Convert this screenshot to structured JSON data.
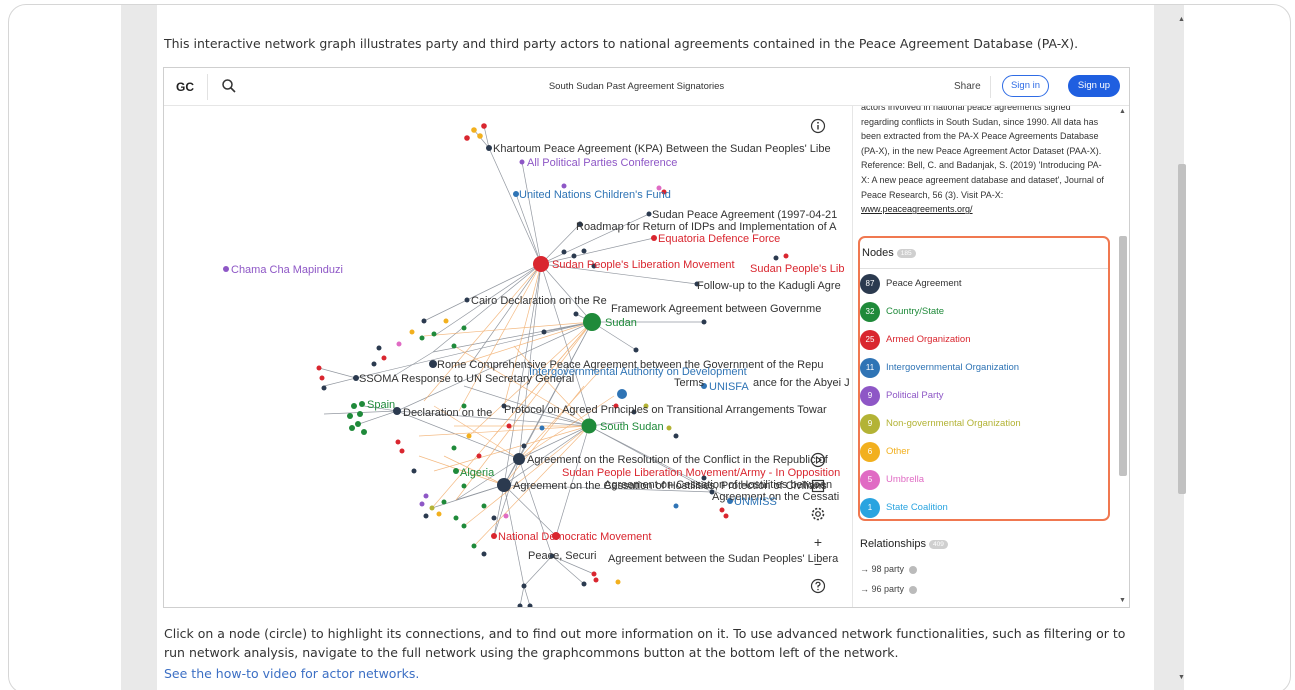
{
  "intro_text": "This interactive network graph illustrates party and third party actors to national agreements contained in the Peace Agreement Database (PA-X).",
  "graphcommons": {
    "logo": "GC",
    "title": "South Sudan Past Agreement Signatories",
    "share_label": "Share",
    "signin_label": "Sign in",
    "signup_label": "Sign up"
  },
  "graph_labels": {
    "khartoum": "Khartoum Peace Agreement (KPA) Between the Sudan Peoples' Libe",
    "all_parties": "All Political Parties Conference",
    "unicef": "United Nations Children's Fund",
    "sudan_peace": "Sudan Peace Agreement (1997-04-21",
    "roadmap": "Roadmap for Return of IDPs and Implementation of A",
    "equatoria": "Equatoria Defence Force",
    "chama": "Chama Cha Mapinduzi",
    "splm": "Sudan People's Liberation Movement",
    "splm2": "Sudan People's Lib",
    "kadugli": "Follow-up to the Kadugli Agre",
    "cairo": "Cairo Declaration on the Re",
    "framework": "Framework Agreement between Governme",
    "sudan": "Sudan",
    "rome": "Rome Comprehensive Peace Agreement between the Government of the Repu",
    "igad": "Intergovernmental Authority on Development",
    "ssoma": "SSOMA Response to UN Secretary General",
    "terms": "Terms",
    "unisfa": "UNISFA",
    "abyei": "ance for the Abyei J",
    "spain": "Spain",
    "declaration": "Declaration on the",
    "protocol": "Protocol on Agreed Principles on Transitional Arrangements Towar",
    "south_sudan": "South Sudan",
    "resolution": "Agreement on the Resolution of the Conflict in the Republic of",
    "splm_a": "Sudan People Liberation Movement/Army - In Opposition",
    "algeria": "Algeria",
    "cessation": "Agreement on the Cessation of Hostilities, Protection of Civilians",
    "cessation2": "Agreement on Cessation of Hostilities between",
    "cessation3": "Agreement on the Cessati",
    "unmiss": "UNMISS",
    "ndm": "National Democratic Movement",
    "peace_security": "Peace, Securi",
    "between_splm": "Agreement between the Sudan Peoples' Libera"
  },
  "panel": {
    "description": "actors involved in national peace agreements signed regarding conflicts in South Sudan, since 1990. All data has been extracted from the PA-X Peace Agreements Database (PA-X), in the new Peace Agreement Actor Dataset (PAA-X). Reference: Bell, C. and Badanjak, S. (2019) 'Introducing PA-X: A new peace agreement database and dataset', Journal of Peace Research, 56 (3). Visit PA-X:",
    "link": "www.peaceagreements.org/",
    "nodes_label": "Nodes",
    "nodes_count": "185",
    "node_types": [
      {
        "count": "87",
        "name": "Peace Agreement",
        "color": "#2b3a4f"
      },
      {
        "count": "32",
        "name": "Country/State",
        "color": "#1f8a3a"
      },
      {
        "count": "25",
        "name": "Armed Organization",
        "color": "#d9262f"
      },
      {
        "count": "11",
        "name": "Intergovernmental Organization",
        "color": "#2f74b5"
      },
      {
        "count": "9",
        "name": "Political Party",
        "color": "#8e57c6"
      },
      {
        "count": "9",
        "name": "Non-governmental Organization",
        "color": "#b3b335"
      },
      {
        "count": "6",
        "name": "Other",
        "color": "#f2b01e"
      },
      {
        "count": "5",
        "name": "Umbrella",
        "color": "#e06bc4"
      },
      {
        "count": "1",
        "name": "State Coalition",
        "color": "#2aa4e0"
      }
    ],
    "relationships_label": "Relationships",
    "relationships_count": "409",
    "relationships": [
      {
        "label": "→ 98 party"
      },
      {
        "label": "→ 96 party"
      }
    ]
  },
  "footer_text": "Click on a node (circle) to highlight its connections, and to find out more information on it. To use advanced network functionalities, such as filtering or to run network analysis, navigate to the full network using the graphcommons button at the bottom left of the network.",
  "howto_link": "See the how-to video for actor networks."
}
